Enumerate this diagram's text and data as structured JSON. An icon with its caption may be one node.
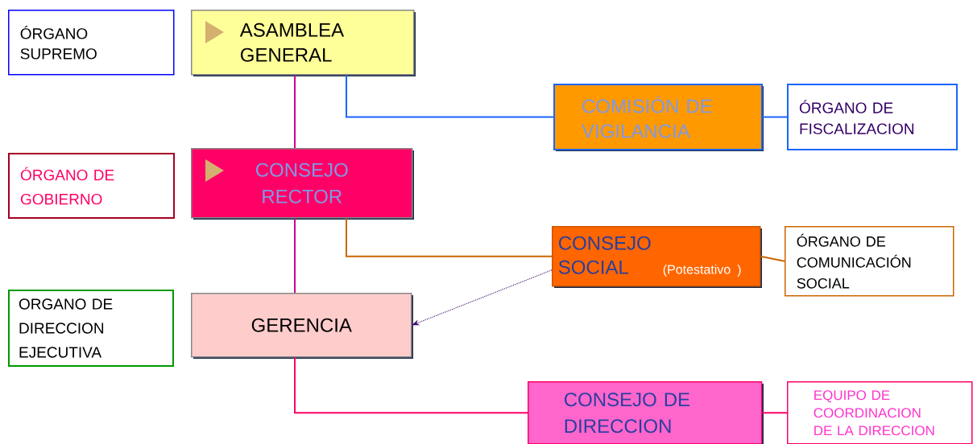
{
  "diagram": {
    "nodes": [
      {
        "text": [
          "ÓRGANO SUPREMO"
        ]
      },
      {
        "text": [
          "ASAMBLEA GENERAL"
        ]
      },
      {
        "text": [
          "COMISIÓN DE VIGILANCIA"
        ]
      },
      {
        "text": [
          "ÓRGANO DE FISCALIZACION"
        ]
      },
      {
        "text": [
          "ÓRGANO DE GOBIERNO"
        ]
      },
      {
        "text": [
          "CONSEJO RECTOR"
        ]
      },
      {
        "text": [
          "CONSEJO SOCIAL",
          "(Potestativo )"
        ]
      },
      {
        "text": [
          "ÓRGANO DE COMUNICACIÓN SOCIAL"
        ]
      },
      {
        "text": [
          "ORGANO DE DIRECCION EJECUTIVA"
        ]
      },
      {
        "text": [
          "GERENCIA"
        ]
      },
      {
        "text": [
          "CONSEJO DE DIRECCION"
        ]
      },
      {
        "text": [
          "EQUIPO DE COORDINACION DE LA DIRECCION"
        ]
      }
    ],
    "edges": [
      {
        "from": 1,
        "to": 5,
        "arrow": "none",
        "color": "#cc0099"
      },
      {
        "from": 1,
        "to": 2,
        "arrow": "none",
        "color": "#1a66ff"
      },
      {
        "from": 2,
        "to": 3,
        "arrow": "none",
        "color": "#1a66ff"
      },
      {
        "from": 5,
        "to": 6,
        "arrow": "none",
        "color": "#cc6600"
      },
      {
        "from": 6,
        "to": 7,
        "arrow": "none",
        "color": "#cc6600"
      },
      {
        "from": 6,
        "to": 9,
        "arrow": "to",
        "style": "dashed",
        "color": "#330066"
      },
      {
        "from": 5,
        "to": 9,
        "arrow": "none",
        "color": "#cc0099"
      },
      {
        "from": 9,
        "to": 10,
        "arrow": "none",
        "color": "#ff0066"
      },
      {
        "from": 10,
        "to": 11,
        "arrow": "none",
        "color": "#ff0066"
      }
    ]
  }
}
